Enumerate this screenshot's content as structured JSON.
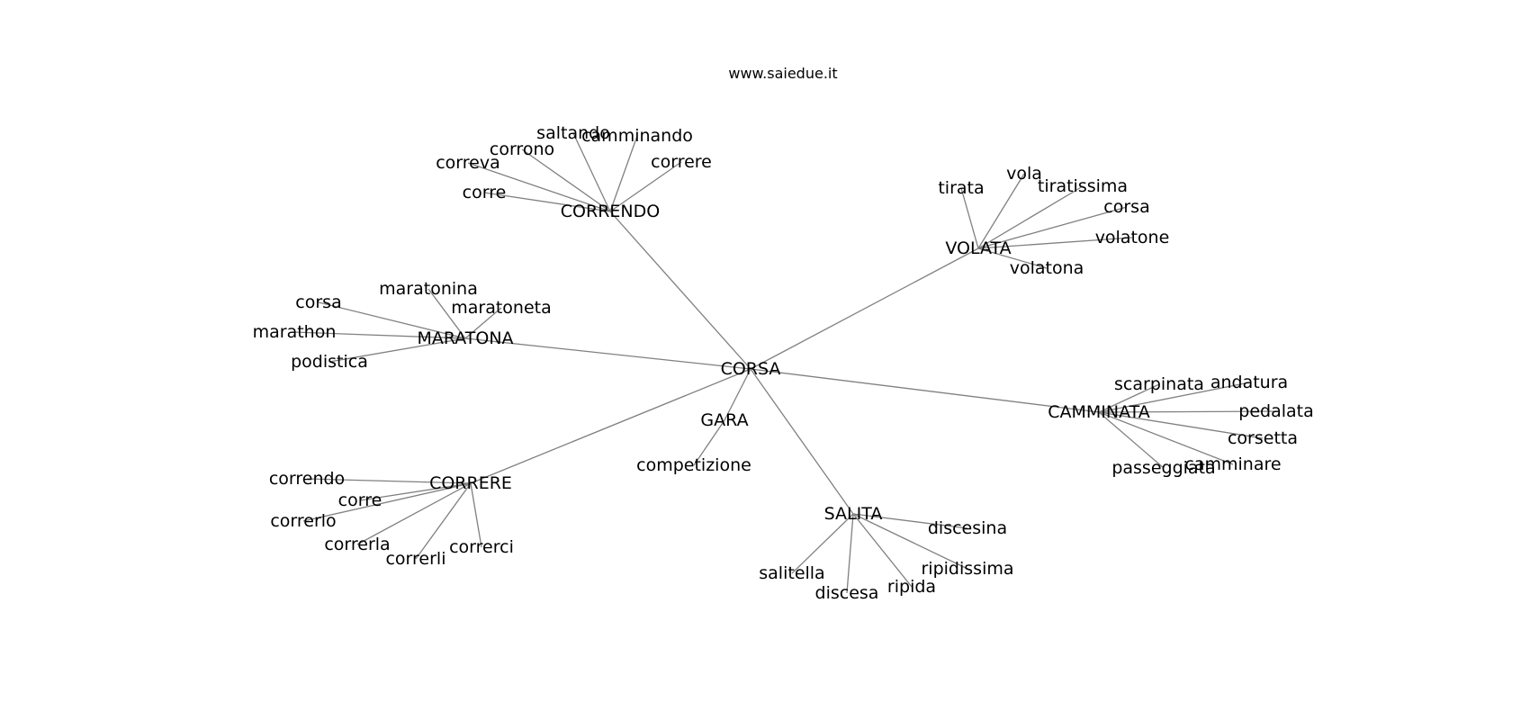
{
  "source": "www.saiedue.it",
  "graph": {
    "center": "CORSA",
    "branches": [
      {
        "hub": "CORRENDO",
        "leaves": [
          "corre",
          "correva",
          "corrono",
          "saltando",
          "camminando",
          "correre"
        ]
      },
      {
        "hub": "VOLATA",
        "leaves": [
          "tirata",
          "vola",
          "tiratissima",
          "corsa",
          "volatone",
          "volatona"
        ]
      },
      {
        "hub": "MARATONA",
        "leaves": [
          "corsa",
          "maratonina",
          "maratoneta",
          "marathon",
          "podistica"
        ]
      },
      {
        "hub": "CAMMINATA",
        "leaves": [
          "scarpinata",
          "andatura",
          "pedalata",
          "corsetta",
          "camminare",
          "passeggiata"
        ]
      },
      {
        "hub": "GARA",
        "leaves": [
          "competizione"
        ]
      },
      {
        "hub": "CORRERE",
        "leaves": [
          "correndo",
          "corre",
          "correrlo",
          "correrla",
          "correrli",
          "correrci"
        ]
      },
      {
        "hub": "SALITA",
        "leaves": [
          "discesina",
          "ripidissima",
          "ripida",
          "discesa",
          "salitella"
        ]
      }
    ]
  },
  "colors": {
    "edge": "#808080",
    "text": "#000000",
    "background": "#ffffff"
  }
}
